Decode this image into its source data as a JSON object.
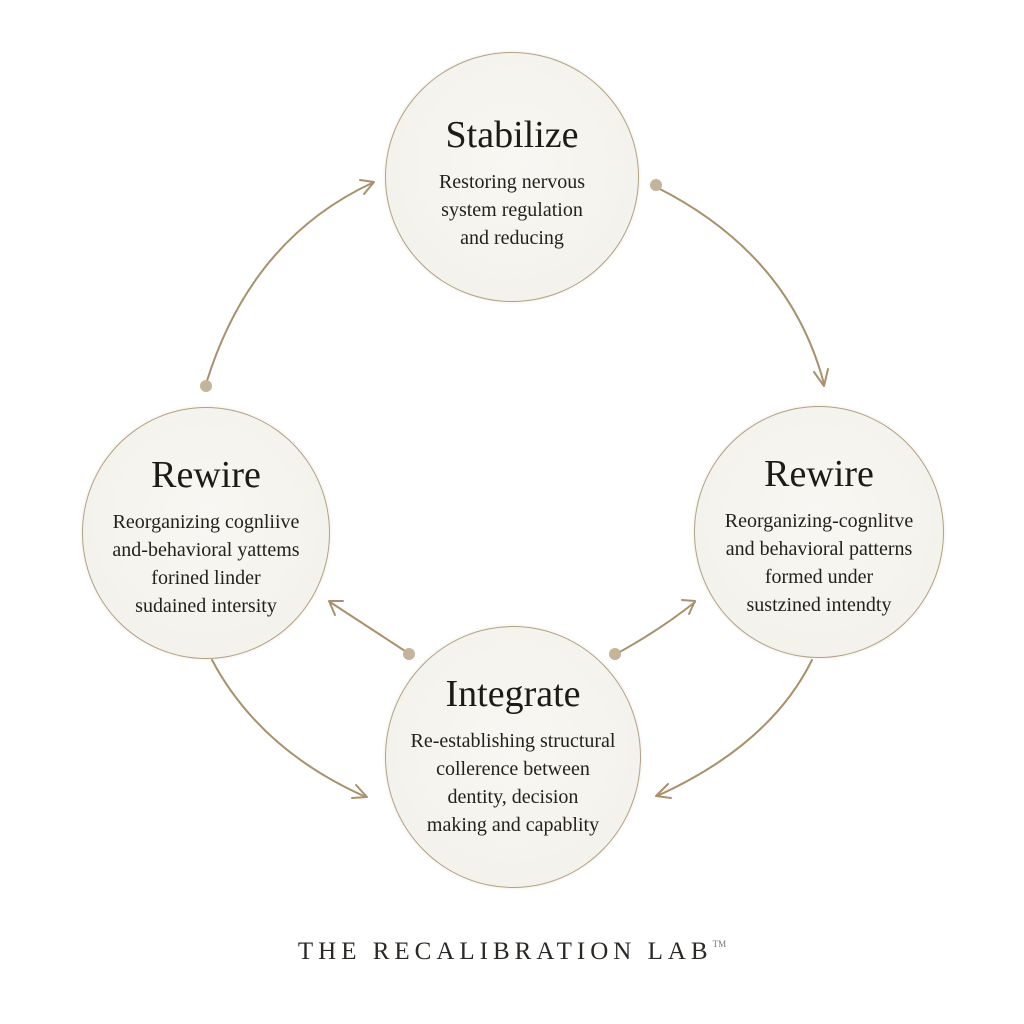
{
  "colors": {
    "background": "#ffffff",
    "circle_fill": "#f4f2ec",
    "circle_border": "#b3a283",
    "connector": "#a8916c",
    "connector_dot": "#c4b49c",
    "text": "#1d1b18"
  },
  "stages": {
    "stabilize": {
      "title": "Stabilize",
      "description": "Restoring nervous\nsystem regulation\nand reducing"
    },
    "rewire_left": {
      "title": "Rewire",
      "description": "Reorganizing cognliive\nand-behavioral yattems\nforined linder\nsudained intersity"
    },
    "rewire_right": {
      "title": "Rewire",
      "description": "Reorganizing-cognlitve\nand behavioral patterns\nformed under\nsustzined intendty"
    },
    "integrate": {
      "title": "Integrate",
      "description": "Re-establishing structural\ncollerence between\ndentity, decision\nmaking and capablity"
    }
  },
  "connectors": [
    {
      "from": "rewire_left",
      "to": "stabilize",
      "start_marker": "dot",
      "end_marker": "arrow"
    },
    {
      "from": "stabilize",
      "to": "rewire_right",
      "start_marker": "dot",
      "end_marker": "arrow"
    },
    {
      "from": "integrate",
      "to": "rewire_left",
      "start_marker": "dot",
      "end_marker": "arrow"
    },
    {
      "from": "integrate",
      "to": "rewire_right",
      "start_marker": "dot",
      "end_marker": "arrow"
    },
    {
      "from": "rewire_left",
      "to": "integrate",
      "start_marker": "none",
      "end_marker": "arrow"
    },
    {
      "from": "rewire_right",
      "to": "integrate",
      "start_marker": "none",
      "end_marker": "arrow"
    }
  ],
  "footer": {
    "brand": "THE RECALIBRATION LAB",
    "mark": "TM"
  }
}
